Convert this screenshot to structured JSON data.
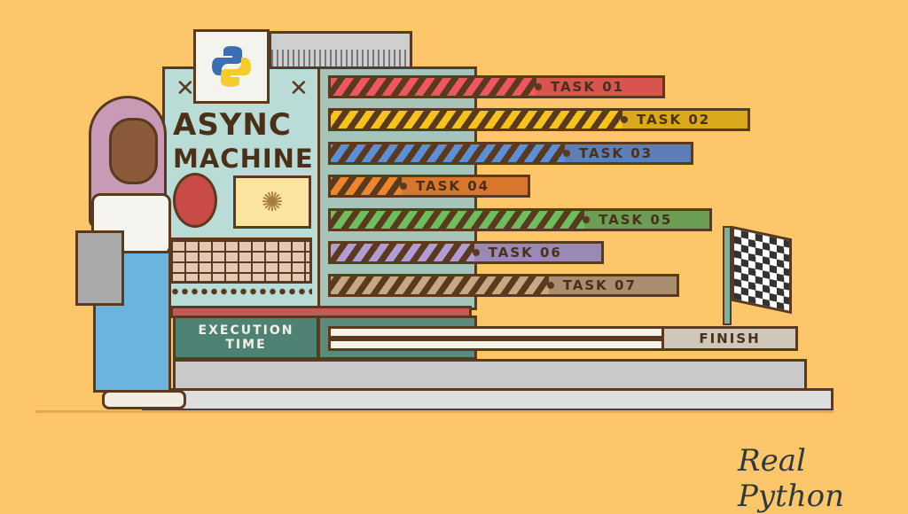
{
  "machine": {
    "title_line1": "ASYNC",
    "title_line2": "MACHINE",
    "execution_label": "EXECUTION TIME"
  },
  "tasks": [
    {
      "label": "TASK 01",
      "stripe": "#f0565f",
      "fill": "#d9534f",
      "progress": 0.62
    },
    {
      "label": "TASK 02",
      "stripe": "#f7c21a",
      "fill": "#d9a81c",
      "progress": 0.7
    },
    {
      "label": "TASK 03",
      "stripe": "#5b8fd6",
      "fill": "#5d7fb8",
      "progress": 0.65
    },
    {
      "label": "TASK 04",
      "stripe": "#f0842c",
      "fill": "#d8762e",
      "progress": 0.36
    },
    {
      "label": "TASK 05",
      "stripe": "#6dbf5e",
      "fill": "#6a9e55",
      "progress": 0.67
    },
    {
      "label": "TASK 06",
      "stripe": "#b39bd6",
      "fill": "#9a88b5",
      "progress": 0.53
    },
    {
      "label": "TASK 07",
      "stripe": "#c8a882",
      "fill": "#a88d70",
      "progress": 0.63
    }
  ],
  "finish": {
    "label": "FINISH"
  },
  "brand": {
    "name": "Real Python"
  }
}
